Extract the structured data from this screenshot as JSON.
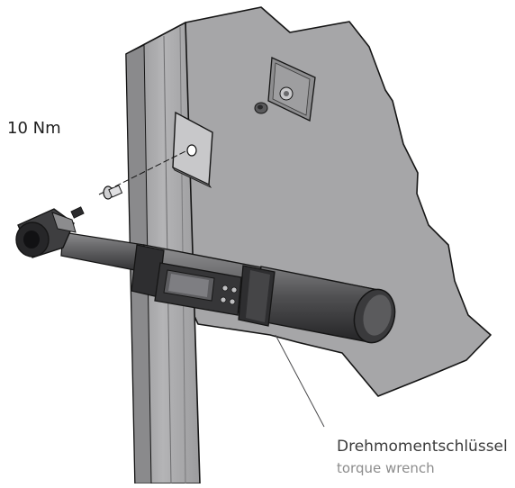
{
  "torque_label": "10 Nm",
  "callout": {
    "german": "Drehmomentschlüssel",
    "english": "torque wrench"
  },
  "colors": {
    "panel": "#a6a6a8",
    "panel_dark": "#868688",
    "wrench": "#4a4a4c",
    "outline": "#151515"
  }
}
